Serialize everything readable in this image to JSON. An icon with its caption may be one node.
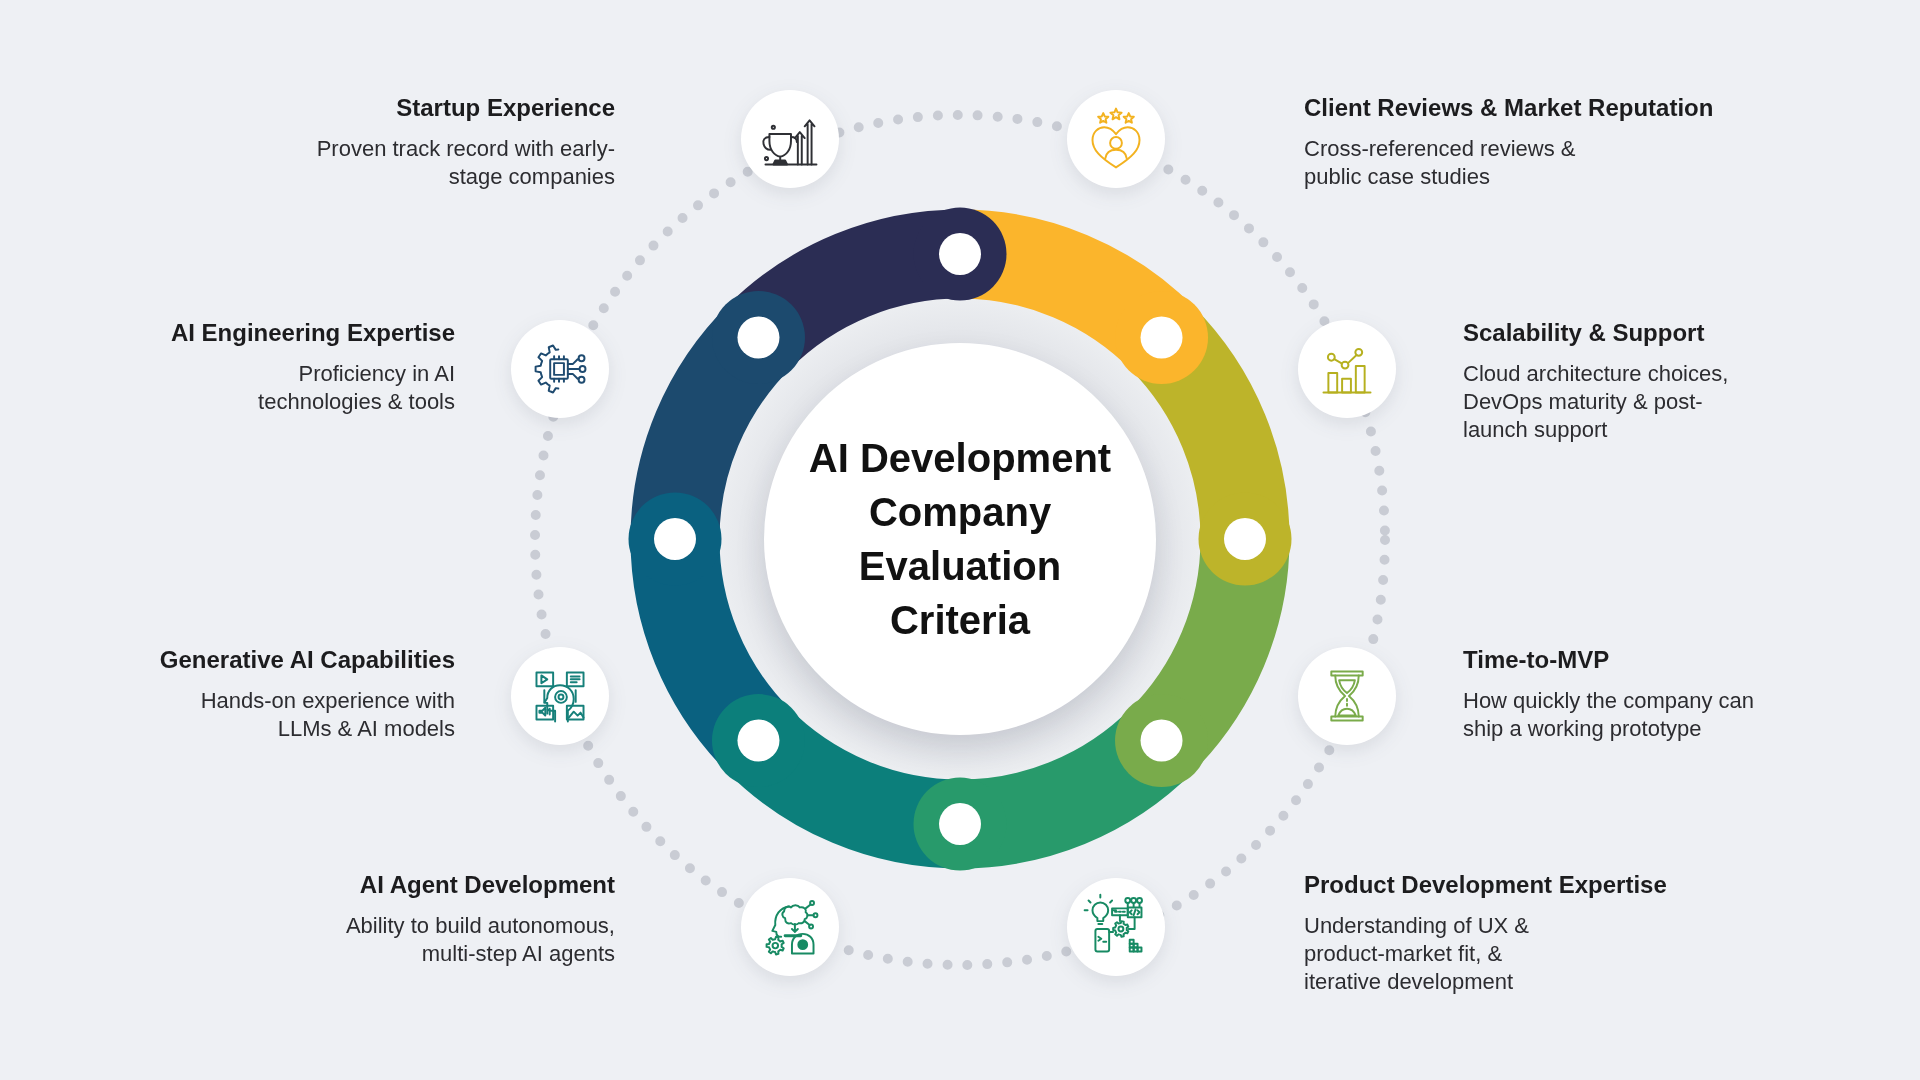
{
  "diagram": {
    "nodes": [
      {
        "text": [
          "AI Development Company Evaluation Criteria"
        ]
      },
      {
        "text": [
          "Startup Experience",
          "Proven track record with early-stage companies"
        ]
      },
      {
        "text": [
          "Client Reviews & Market Reputation",
          "Cross-referenced reviews & public case studies"
        ]
      },
      {
        "text": [
          "AI Engineering Expertise",
          "Proficiency in AI technologies & tools"
        ]
      },
      {
        "text": [
          "Scalability & Support",
          "Cloud architecture choices, DevOps maturity & post-launch support"
        ]
      },
      {
        "text": [
          "Generative AI Capabilities",
          "Hands-on experience with LLMs & AI models"
        ]
      },
      {
        "text": [
          "Time-to-MVP",
          "How quickly the company can ship a working prototype"
        ]
      },
      {
        "text": [
          "AI Agent Development",
          "Ability to build autonomous, multi-step AI agents"
        ]
      },
      {
        "text": [
          "Product Development Expertise",
          "Understanding of UX & product-market fit, & iterative development"
        ]
      }
    ]
  }
}
